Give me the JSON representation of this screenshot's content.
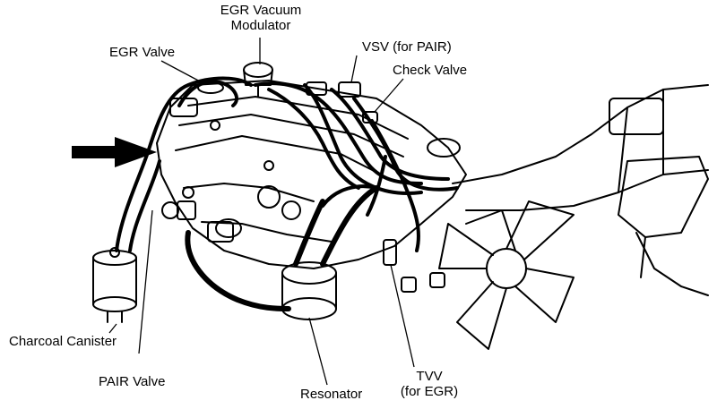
{
  "labels": {
    "egr_vacuum_modulator": [
      "EGR Vacuum",
      "Modulator"
    ],
    "egr_valve": "EGR Valve",
    "vsv_pair": "VSV (for PAIR)",
    "check_valve": "Check Valve",
    "charcoal_canister": "Charcoal Canister",
    "pair_valve": "PAIR Valve",
    "resonator": "Resonator",
    "tvv_egr": [
      "TVV",
      "(for EGR)"
    ]
  }
}
